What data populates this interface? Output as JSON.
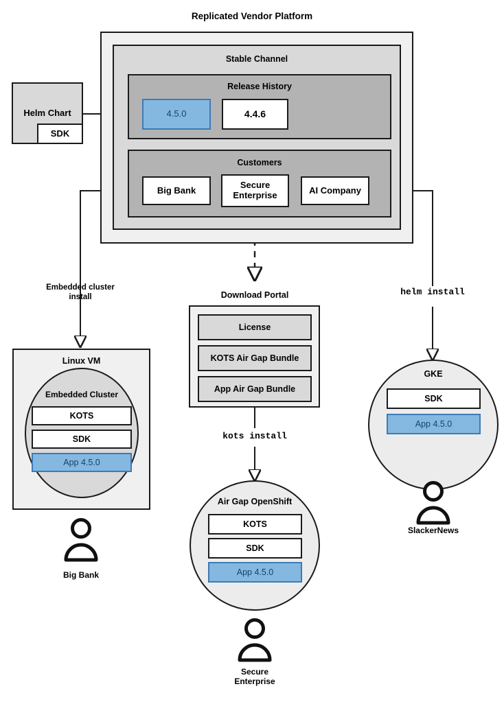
{
  "title": "Replicated Vendor Platform",
  "source": {
    "helm_chart_label": "Helm Chart",
    "sdk_label": "SDK"
  },
  "platform": {
    "channel_label": "Stable Channel",
    "release_history": {
      "label": "Release History",
      "releases": [
        {
          "version": "4.5.0",
          "highlighted": true
        },
        {
          "version": "4.4.6",
          "highlighted": false
        }
      ]
    },
    "customers": {
      "label": "Customers",
      "items": [
        {
          "name": "Big Bank"
        },
        {
          "name": "Secure\nEnterprise"
        },
        {
          "name": "AI Company"
        }
      ]
    }
  },
  "edges": {
    "embedded_cluster_install": "Embedded cluster\ninstall",
    "kots_install": "kots install",
    "helm_install": "helm install"
  },
  "targets": [
    {
      "id": "linux-vm",
      "shape": "rectangle",
      "label": "Linux VM",
      "inner": {
        "shape": "ellipse",
        "label": "Embedded Cluster",
        "components": [
          {
            "name": "KOTS",
            "style": "white"
          },
          {
            "name": "SDK",
            "style": "white"
          },
          {
            "name": "App 4.5.0",
            "style": "blue"
          }
        ]
      },
      "user": "Big Bank"
    },
    {
      "id": "air-gap-openshift",
      "shape": "ellipse",
      "label": "Air Gap OpenShift",
      "components": [
        {
          "name": "KOTS",
          "style": "white"
        },
        {
          "name": "SDK",
          "style": "white"
        },
        {
          "name": "App 4.5.0",
          "style": "blue"
        }
      ],
      "user": "Secure\nEnterprise"
    },
    {
      "id": "gke",
      "shape": "ellipse",
      "label": "GKE",
      "components": [
        {
          "name": "SDK",
          "style": "white"
        },
        {
          "name": "App 4.5.0",
          "style": "blue"
        }
      ],
      "user": "SlackerNews"
    }
  ],
  "download_portal": {
    "label": "Download Portal",
    "items": [
      "License",
      "KOTS Air Gap Bundle",
      "App Air Gap Bundle"
    ]
  },
  "colors": {
    "stroke": "#1a1a1a",
    "accent_fill": "#85b8e0",
    "accent_stroke": "#3d7ab5",
    "accent_text": "#12436b",
    "grey_lightest": "#f0f0f0",
    "grey_light": "#d9d9d9",
    "grey_mid": "#b3b3b3"
  }
}
